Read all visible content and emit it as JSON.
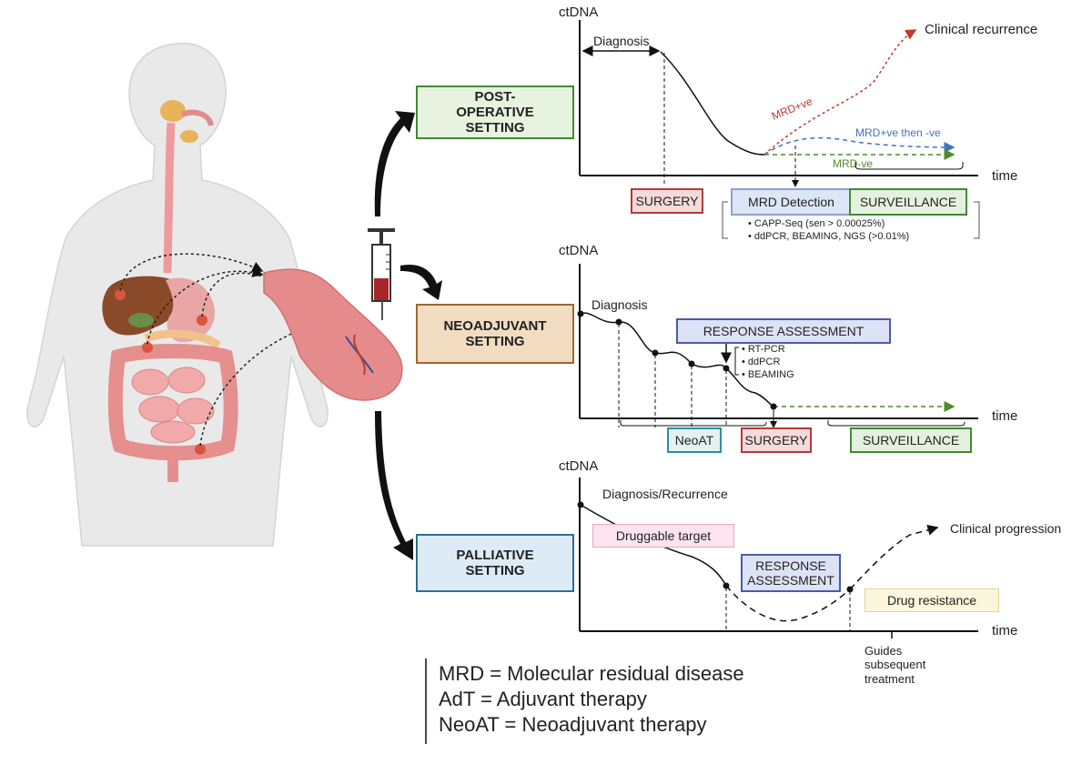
{
  "colors": {
    "post_fill": "#e6f3df",
    "post_border": "#3f8a32",
    "neo_fill": "#f1dcc2",
    "neo_border": "#9a6a2e",
    "pal_fill": "#dcebf6",
    "pal_border": "#2e6c97",
    "surgery_fill": "#f5dada",
    "surgery_border": "#b23a3a",
    "mrd_fill": "#dde6f6",
    "mrd_border": "#8aa2d4",
    "surv_fill": "#e4f1de",
    "surv_border": "#3f8a32",
    "neoat_fill": "#e2f2f3",
    "neoat_border": "#2e8fa0",
    "response_fill": "#dde3f6",
    "response_border": "#4a5ba8",
    "druggable_fill": "#fbe4ee",
    "druggable_border": "#e7a9c3",
    "resistance_fill": "#fcf6dd",
    "resistance_border": "#e6d58f",
    "red": "#c0392b",
    "blue": "#3f74c0",
    "green": "#4f8a2a"
  },
  "settings": {
    "post_operative": "POST-OPERATIVE SETTING",
    "neoadjuvant": "NEOADJUVANT SETTING",
    "palliative": "PALLIATIVE SETTING"
  },
  "panel1": {
    "y_label": "ctDNA",
    "x_label": "time",
    "diagnosis": "Diagnosis",
    "clinical_recurrence": "Clinical recurrence",
    "mrd_pos": "MRD+ve",
    "mrd_pos_neg": "MRD+ve then -ve",
    "mrd_neg": "MRD-ve",
    "surgery": "SURGERY",
    "mrd_detection": "MRD Detection",
    "surveillance": "SURVEILLANCE",
    "methods": [
      "CAPP-Seq (sen > 0.00025%)",
      "ddPCR, BEAMING, NGS (>0.01%)"
    ]
  },
  "panel2": {
    "y_label": "ctDNA",
    "x_label": "time",
    "diagnosis": "Diagnosis",
    "response_assessment": "RESPONSE ASSESSMENT",
    "methods": [
      "RT-PCR",
      "ddPCR",
      "BEAMING"
    ],
    "neoat": "NeoAT",
    "surgery": "SURGERY",
    "surveillance": "SURVEILLANCE"
  },
  "panel3": {
    "y_label": "ctDNA",
    "x_label": "time",
    "diagnosis": "Diagnosis/Recurrence",
    "druggable": "Druggable target",
    "response_assessment": "RESPONSE ASSESSMENT",
    "drug_resistance": "Drug resistance",
    "clinical_progression": "Clinical progression",
    "guides": "Guides subsequent treatment"
  },
  "legend": [
    "MRD = Molecular residual disease",
    "AdT = Adjuvant therapy",
    "NeoAT = Neoadjuvant therapy"
  ]
}
